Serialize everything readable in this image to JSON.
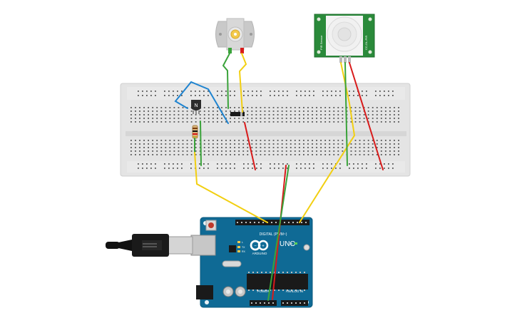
{
  "circuit": {
    "transistor_label": "N",
    "pir_label_left": "PIR Sensor",
    "pir_label_right": "CC-DL-PIR",
    "arduino": {
      "brand": "ARDUINO",
      "model": "UNO",
      "digital_label": "DIGITAL (PWM~)",
      "power_label": "POWER",
      "analog_label": "ANALOG IN",
      "tx_label": "TX",
      "rx_label": "RX",
      "l_label": "L",
      "on_label": "ON"
    }
  },
  "colors": {
    "breadboard": "#e6e6e6",
    "board_blue": "#0f6a95",
    "pcb_green": "#2a8a3a",
    "wire_red": "#d81b1b",
    "wire_green": "#3aa33a",
    "wire_yellow": "#f2cf11",
    "wire_blue": "#1f84d0",
    "motor_gray": "#d0d0d0"
  }
}
